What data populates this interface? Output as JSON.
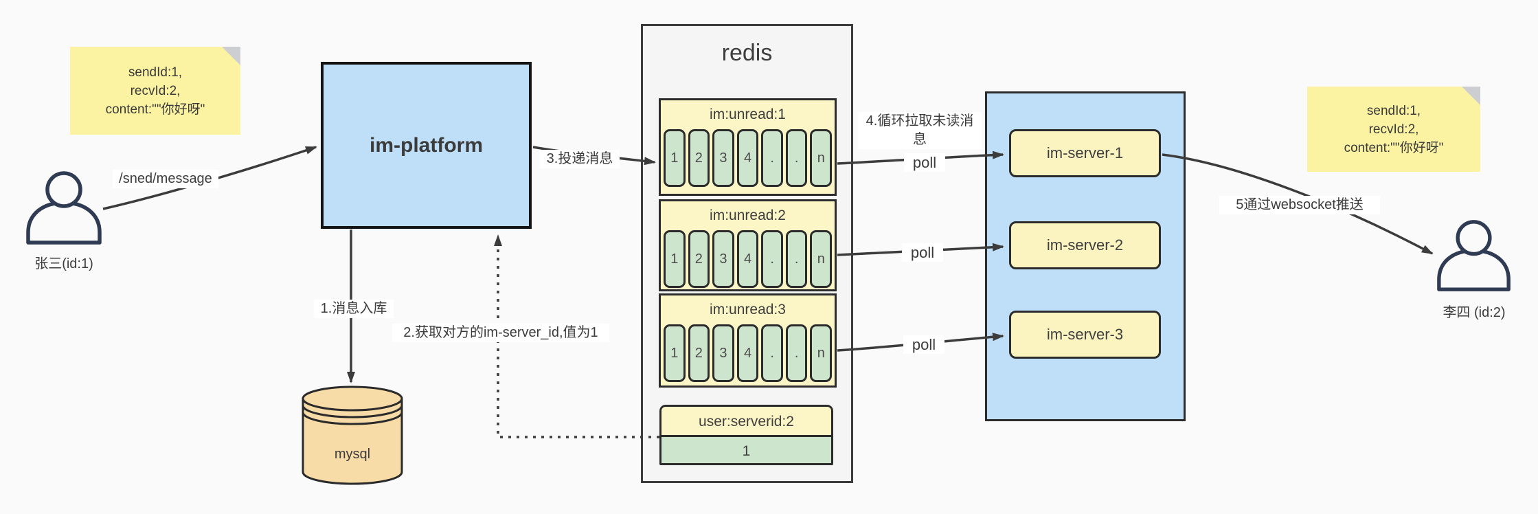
{
  "colors": {
    "background": "#fafafa",
    "note_yellow": "#fbf3a2",
    "box_blue": "#bedff7",
    "panel_gray": "#f5f5f5",
    "header_yellow": "#fcf6c6",
    "cell_green": "#cee5cd",
    "db_tan": "#f8dca8",
    "arrow": "#3c3c3c",
    "person": "#2f3b52",
    "text": "#3f3f3f"
  },
  "icons": {
    "sender": "person-icon",
    "receiver": "person-icon"
  },
  "notes": {
    "left": {
      "line1": "sendId:1,",
      "line2": "recvId:2,",
      "line3": "content:\"\"你好呀\""
    },
    "right": {
      "line1": "sendId:1,",
      "line2": "recvId:2,",
      "line3": "content:\"\"你好呀\""
    }
  },
  "actors": {
    "sender": "张三(id:1)",
    "receiver": "李四 (id:2)"
  },
  "platform": "im-platform",
  "database": "mysql",
  "redis": {
    "title": "redis",
    "queues": [
      {
        "name": "im:unread:1",
        "cells": [
          "1",
          "2",
          "3",
          "4",
          ".",
          ".",
          "n"
        ]
      },
      {
        "name": "im:unread:2",
        "cells": [
          "1",
          "2",
          "3",
          "4",
          ".",
          ".",
          "n"
        ]
      },
      {
        "name": "im:unread:3",
        "cells": [
          "1",
          "2",
          "3",
          "4",
          ".",
          ".",
          "n"
        ]
      }
    ],
    "kv": {
      "key": "user:serverid:2",
      "value": "1"
    }
  },
  "servers": [
    "im-server-1",
    "im-server-2",
    "im-server-3"
  ],
  "labels": {
    "send": "/sned/message",
    "store": "1.消息入库",
    "fetch": "2.获取对方的im-server_id,值为1",
    "deliver": "3.投递消息",
    "poll_desc": "4.循环拉取未读消息",
    "poll1": "poll",
    "poll2": "poll",
    "poll3": "poll",
    "push": "5通过websocket推送"
  }
}
